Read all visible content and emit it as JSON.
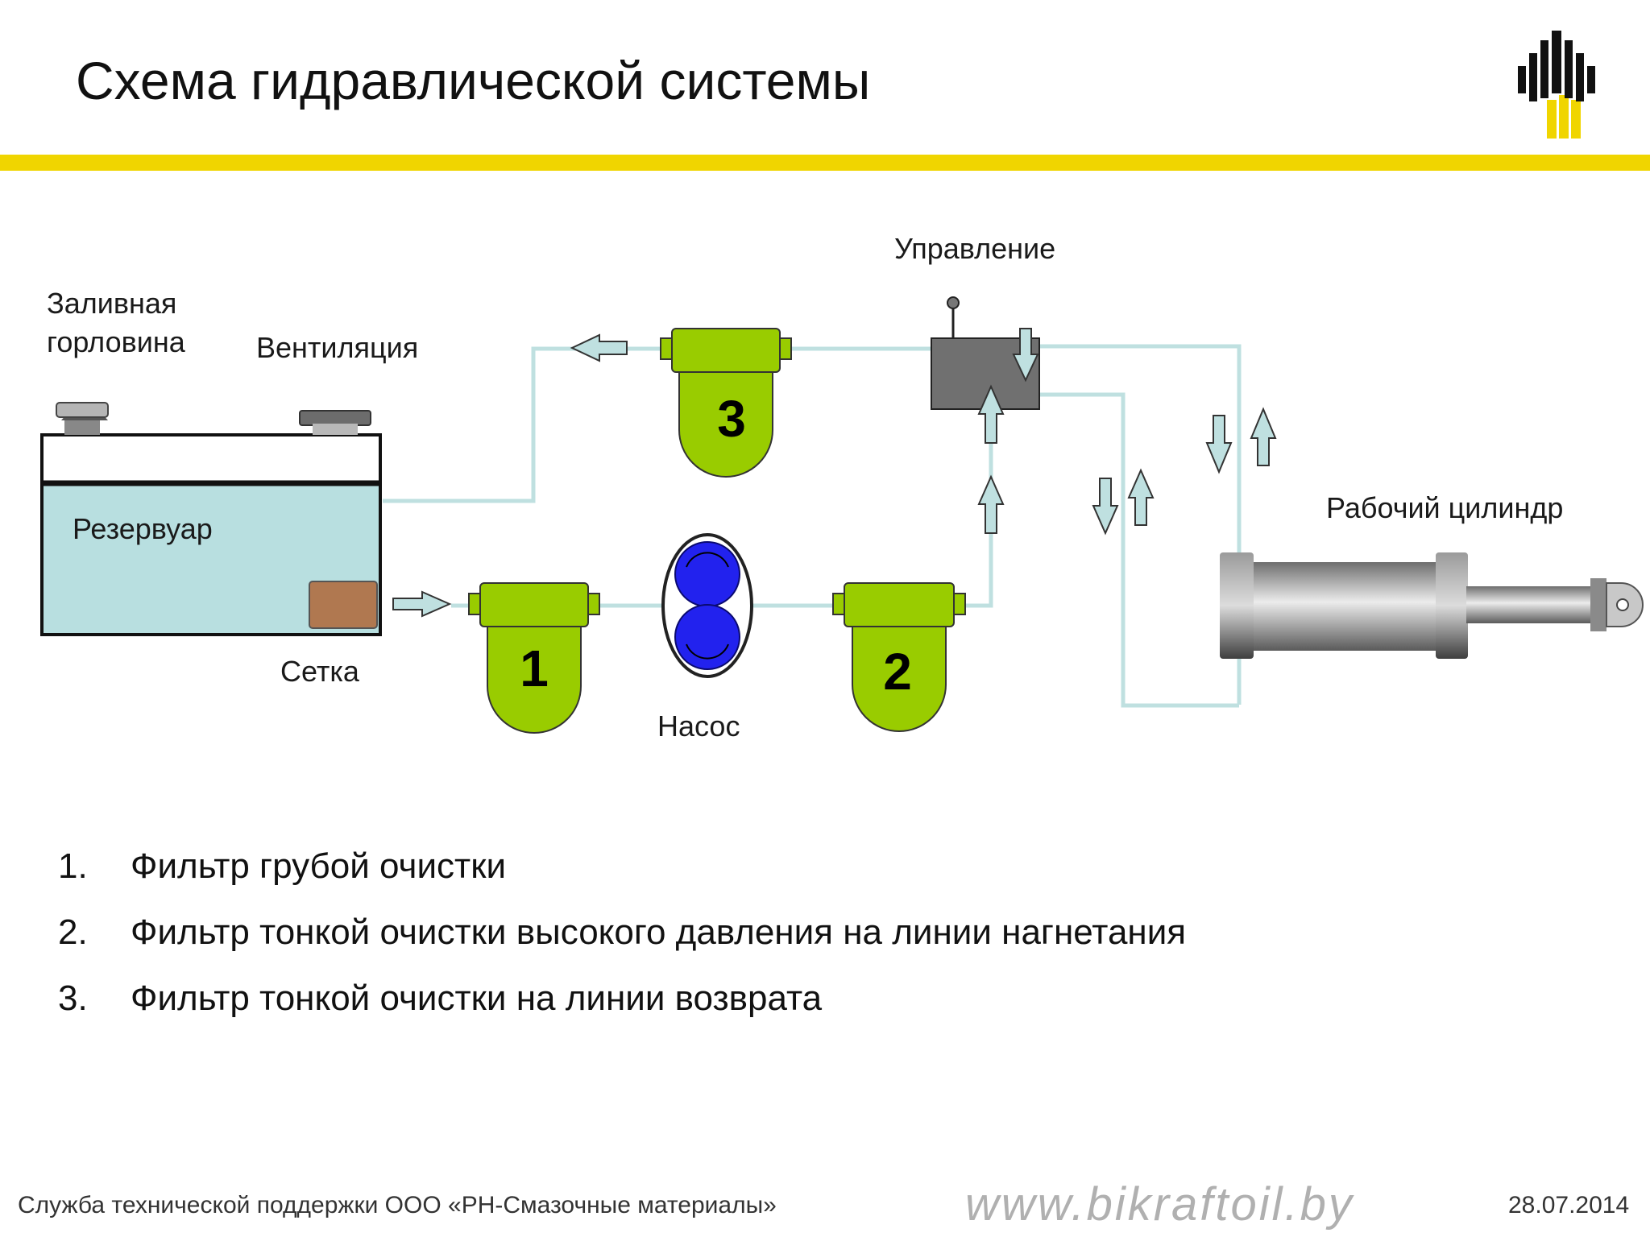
{
  "slide": {
    "title": "Схема гидравлической системы"
  },
  "diagram": {
    "labels": {
      "filler_neck": [
        "Заливная",
        "горловина"
      ],
      "ventilation": "Вентиляция",
      "reservoir": "Резервуар",
      "mesh": "Сетка",
      "pump": "Насос",
      "control": "Управление",
      "cylinder": "Рабочий цилиндр"
    },
    "filter_numbers": [
      "1",
      "2",
      "3"
    ],
    "colors": {
      "pipe": "#bfe0e0",
      "filter": "#99cc00",
      "reservoir_fluid": "#b8dfe0",
      "pump_rotor": "#2222ee",
      "valve": "#707070",
      "mesh": "#b07850",
      "accent_bar": "#f0d500"
    }
  },
  "legend": [
    {
      "num": "1.",
      "text": "Фильтр грубой очистки"
    },
    {
      "num": "2.",
      "text": "Фильтр тонкой очистки высокого давления на линии нагнетания"
    },
    {
      "num": "3.",
      "text": "Фильтр тонкой очистки на линии возврата"
    }
  ],
  "footer": {
    "left": "Служба технической поддержки ООО «РН-Смазочные материалы»",
    "site": "www.bikraftoil.by",
    "date": "28.07.2014"
  }
}
